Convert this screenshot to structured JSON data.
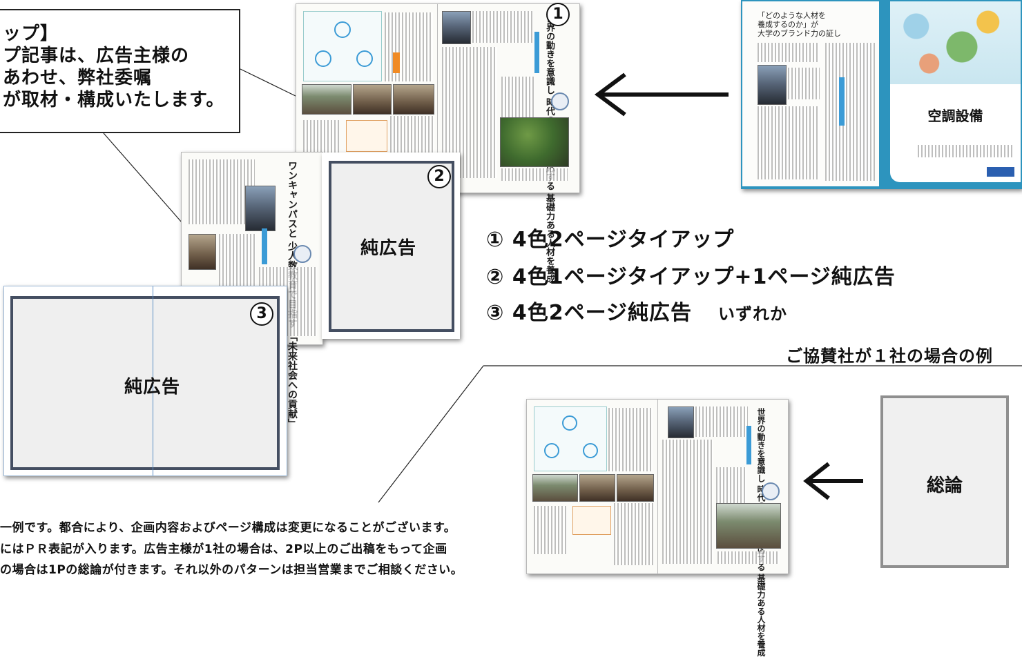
{
  "callout": {
    "lines": [
      "ップ】",
      "プ記事は、広告主様の",
      "あわせ、弊社委嘱",
      "が取材・構成いたします。"
    ]
  },
  "badges": {
    "one": "1",
    "two": "2",
    "three": "3"
  },
  "pure_ad_label": "純広告",
  "options": [
    "① 4色2ページタイアップ",
    "② 4色1ページタイアップ+1ページ純広告",
    "③ 4色2ページ純広告"
  ],
  "options_suffix": "いずれか",
  "example_label": "ご協賛社が１社の場合の例",
  "summary_label": "総論",
  "ad_spread": {
    "left_heading": [
      "「どのような人材を",
      "養成するのか」が",
      "大学のブランド力の証し"
    ],
    "right_title": "空調設備"
  },
  "spreads": {
    "headline_2p": [
      "世界の動きを意識し",
      "時代の変化に",
      "対応する",
      "基礎力ある人材を養成"
    ],
    "headline_1p": [
      "ワンキャンパスと",
      "少人数教育で目指す",
      "「未来社会への貢献」"
    ]
  },
  "notes": [
    "一例です。都合により、企画内容およびページ構成は変更になることがございます。",
    "にはＰＲ表記が入ります。広告主様が1社の場合は、2P以上のご出稿をもって企画",
    "の場合は1Pの総論が付きます。それ以外のパターンは担当営業までご相談ください。"
  ],
  "icons": {
    "arrow_top": "left-arrow-icon",
    "arrow_bottom": "left-arrow-icon"
  },
  "colors": {
    "frame": "#444e61",
    "accent_blue": "#2d94be",
    "ad_fill": "#efefef"
  }
}
